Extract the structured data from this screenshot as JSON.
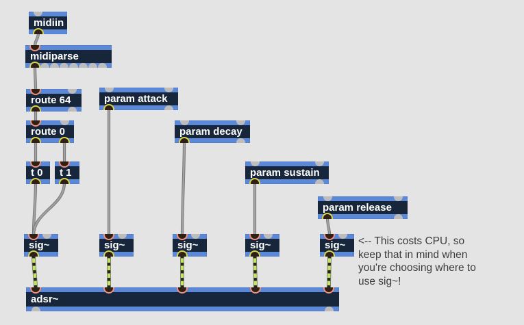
{
  "patcher": {
    "background": "#e5e4e4",
    "colors": {
      "box_accent": "#5c88d8",
      "box_body": "#17263a",
      "box_text": "#ffffff",
      "patch_cord": "#a2a2a2",
      "signal_cord": "#c3e465",
      "connected_inlet_ring": "#f0917e",
      "connected_outlet_ring": "#d9d44c",
      "idle_port": "#bdbdbd",
      "comment_text": "#3c3c3c"
    }
  },
  "boxes": {
    "midiin": {
      "label": "midiin"
    },
    "midiparse": {
      "label": "midiparse"
    },
    "route64": {
      "label": "route 64"
    },
    "route0": {
      "label": "route 0"
    },
    "t0": {
      "label": "t 0"
    },
    "t1": {
      "label": "t 1"
    },
    "param_attack": {
      "label": "param attack"
    },
    "param_decay": {
      "label": "param decay"
    },
    "param_sustain": {
      "label": "param sustain"
    },
    "param_release": {
      "label": "param release"
    },
    "sig": {
      "label": "sig~"
    },
    "adsr": {
      "label": "adsr~"
    }
  },
  "comment": {
    "text": "<-- This costs CPU, so\nkeep that in mind when\nyou're choosing where to\nuse sig~!"
  },
  "connections": [
    {
      "from": "midiin",
      "outlet": 0,
      "to": "midiparse",
      "inlet": 0,
      "type": "message"
    },
    {
      "from": "midiparse",
      "outlet": 0,
      "to": "route 64",
      "inlet": 0,
      "type": "message"
    },
    {
      "from": "route 64",
      "outlet": 0,
      "to": "route 0",
      "inlet": 0,
      "type": "message"
    },
    {
      "from": "route 0",
      "outlet": 0,
      "to": "t 0",
      "inlet": 0,
      "type": "message"
    },
    {
      "from": "route 0",
      "outlet": 1,
      "to": "t 1",
      "inlet": 0,
      "type": "message"
    },
    {
      "from": "t 0",
      "outlet": 0,
      "to": "sig~ 1",
      "inlet": 0,
      "type": "message"
    },
    {
      "from": "t 1",
      "outlet": 0,
      "to": "sig~ 1",
      "inlet": 0,
      "type": "message"
    },
    {
      "from": "param attack",
      "outlet": 0,
      "to": "sig~ 2",
      "inlet": 0,
      "type": "message"
    },
    {
      "from": "param decay",
      "outlet": 0,
      "to": "sig~ 3",
      "inlet": 0,
      "type": "message"
    },
    {
      "from": "param sustain",
      "outlet": 0,
      "to": "sig~ 4",
      "inlet": 0,
      "type": "message"
    },
    {
      "from": "param release",
      "outlet": 0,
      "to": "sig~ 5",
      "inlet": 0,
      "type": "message"
    },
    {
      "from": "sig~ 1",
      "outlet": 0,
      "to": "adsr~",
      "inlet": 0,
      "type": "signal"
    },
    {
      "from": "sig~ 2",
      "outlet": 0,
      "to": "adsr~",
      "inlet": 1,
      "type": "signal"
    },
    {
      "from": "sig~ 3",
      "outlet": 0,
      "to": "adsr~",
      "inlet": 2,
      "type": "signal"
    },
    {
      "from": "sig~ 4",
      "outlet": 0,
      "to": "adsr~",
      "inlet": 3,
      "type": "signal"
    },
    {
      "from": "sig~ 5",
      "outlet": 0,
      "to": "adsr~",
      "inlet": 4,
      "type": "signal"
    }
  ]
}
